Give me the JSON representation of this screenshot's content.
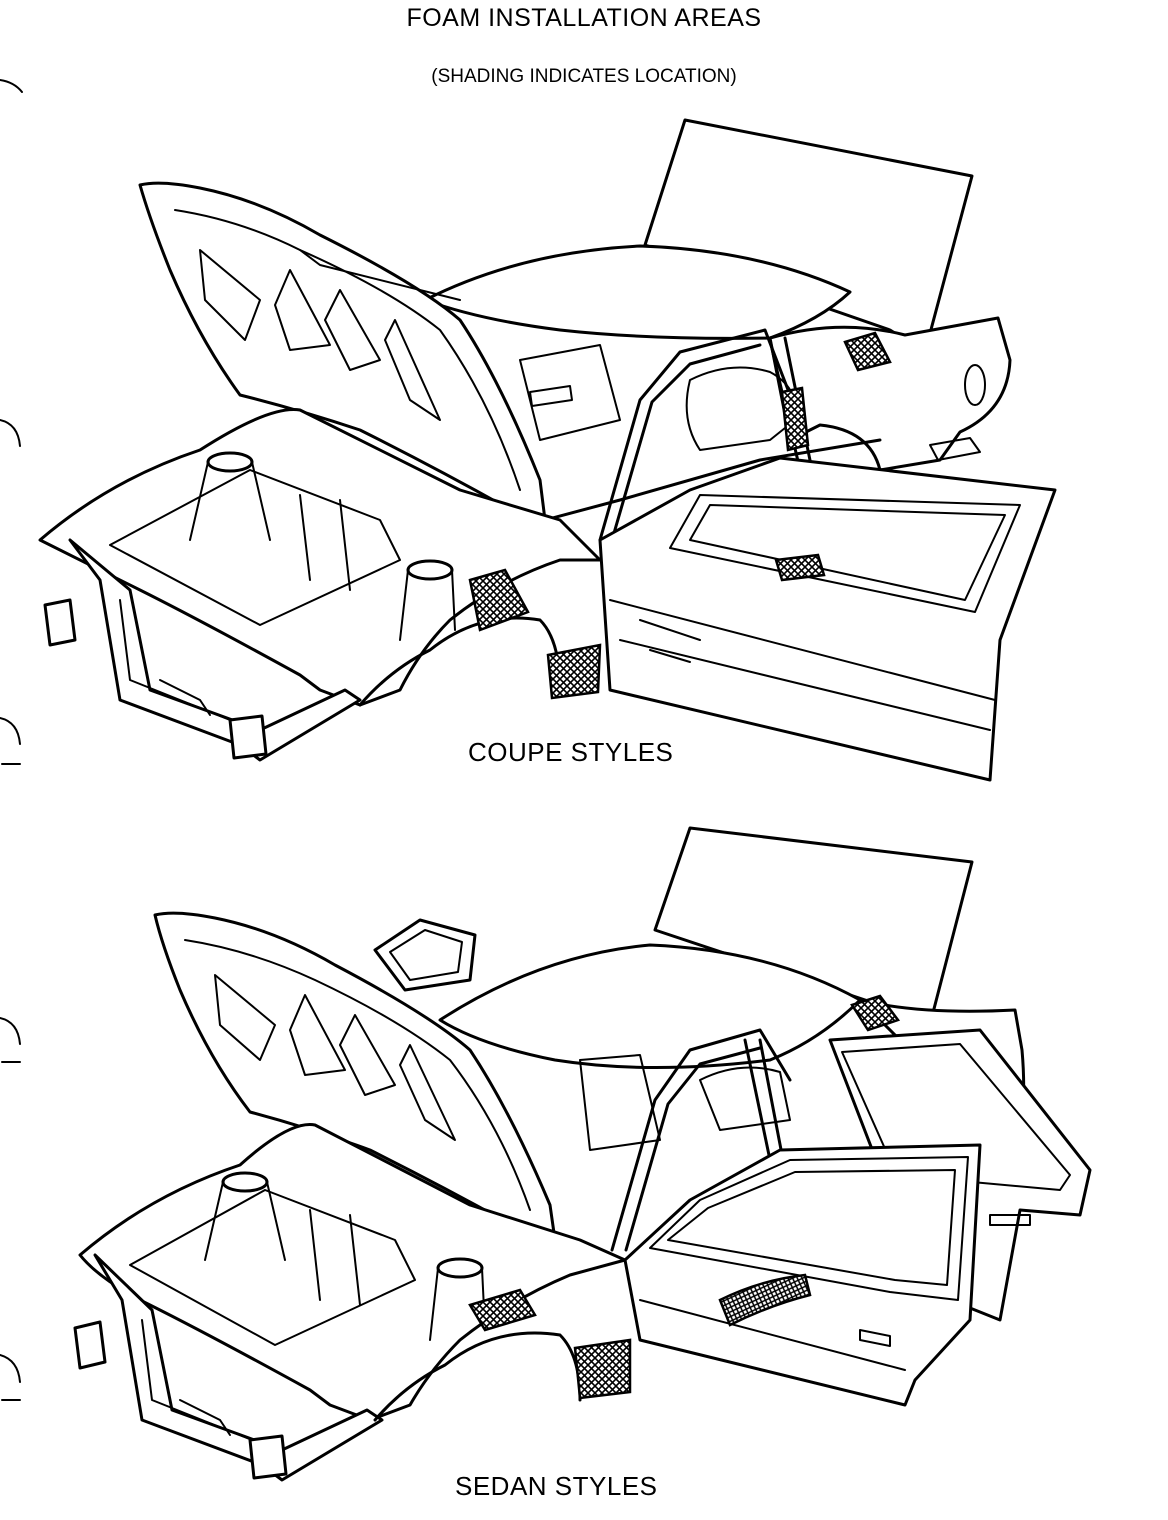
{
  "header": {
    "title": "FOAM INSTALLATION AREAS",
    "subtitle": "(SHADING INDICATES LOCATION)"
  },
  "figures": [
    {
      "caption": "COUPE STYLES"
    },
    {
      "caption": "SEDAN STYLES"
    }
  ],
  "colors": {
    "line": "#000000",
    "paper": "#ffffff"
  }
}
